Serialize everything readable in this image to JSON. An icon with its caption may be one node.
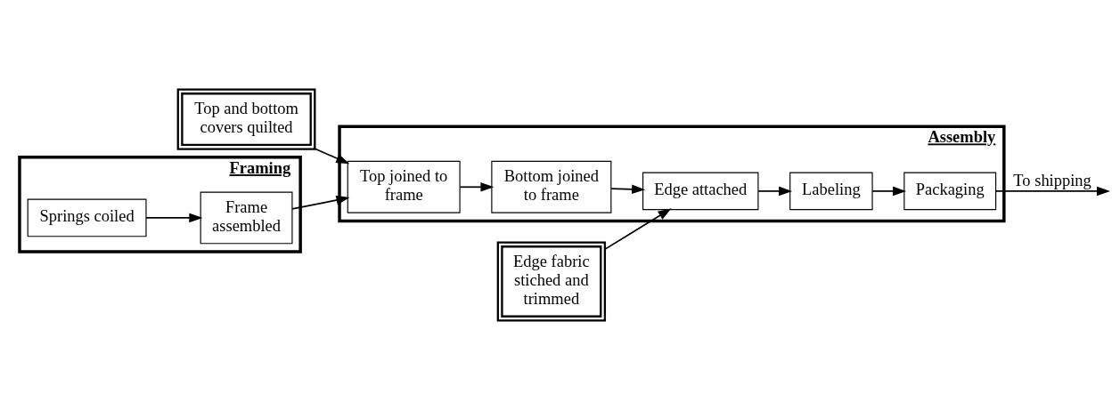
{
  "diagram": {
    "nodes": [
      {
        "text": [
          "Top and bottom covers quilted"
        ]
      },
      {
        "text": [
          "Edge fabric stiched and trimmed"
        ]
      },
      {
        "text": [
          "Assembly"
        ]
      },
      {
        "text": [
          "Top joined to frame"
        ],
        "in": 2
      },
      {
        "text": [
          "Bottom joined to frame"
        ],
        "in": 2
      },
      {
        "text": [
          "Edge attached"
        ],
        "in": 2
      },
      {
        "text": [
          "Labeling"
        ],
        "in": 2
      },
      {
        "text": [
          "Packaging"
        ],
        "in": 2
      },
      {
        "text": [
          "Framing"
        ]
      },
      {
        "text": [
          "Springs coiled"
        ],
        "in": 8
      },
      {
        "text": [
          "Frame assembled"
        ],
        "in": 8
      }
    ],
    "edges": [
      {
        "from": 0,
        "to": 3,
        "arrow": "to"
      },
      {
        "from": 1,
        "to": 5,
        "arrow": "to"
      },
      {
        "from": 3,
        "to": 4,
        "arrow": "to"
      },
      {
        "from": 4,
        "to": 5,
        "arrow": "to"
      },
      {
        "from": 5,
        "to": 6,
        "arrow": "to"
      },
      {
        "from": 6,
        "to": 7,
        "arrow": "to"
      },
      {
        "from": 7,
        "to": null,
        "arrow": "to",
        "label": "To shipping"
      },
      {
        "from": 9,
        "to": 10,
        "arrow": "to"
      },
      {
        "from": 10,
        "to": 3,
        "arrow": "to"
      }
    ]
  }
}
